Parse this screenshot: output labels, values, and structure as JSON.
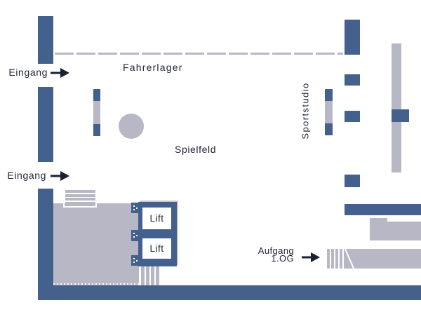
{
  "plan": {
    "entrances": [
      {
        "label": "Eingang"
      },
      {
        "label": "Eingang"
      }
    ],
    "areas": {
      "paddock": "Fahrerlager",
      "field": "Spielfeld",
      "gym": "Sportstudio"
    },
    "lifts": [
      {
        "label": "Lift"
      },
      {
        "label": "Lift"
      }
    ],
    "stairs": {
      "line1": "Aufgang",
      "line2": "1.OG"
    }
  },
  "icons": {
    "entrance_top_arrow": "arrow-right",
    "entrance_bottom_arrow": "arrow-right",
    "stairs_arrow": "arrow-right"
  },
  "colors": {
    "wall_blue": "#44608c",
    "light_gray": "#b8b7c6",
    "label_text": "#1c2433",
    "background": "#ffffff"
  }
}
